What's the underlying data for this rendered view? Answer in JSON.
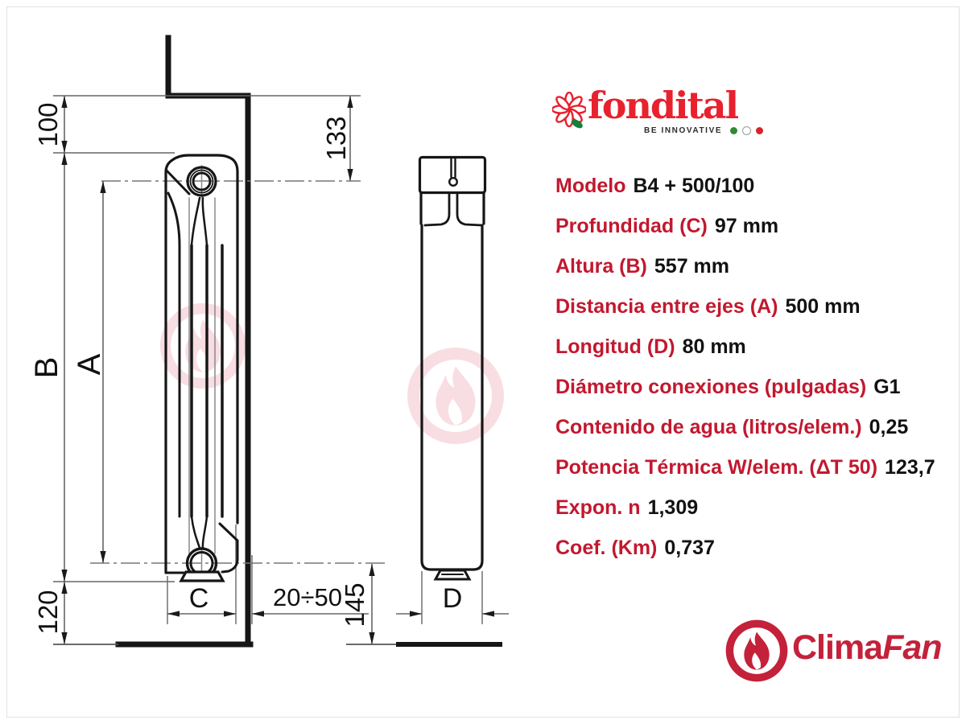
{
  "brand": {
    "name": "fondital",
    "tagline": "BE INNOVATIVE"
  },
  "specs": {
    "rows": [
      {
        "label": "Modelo",
        "value": "B4 + 500/100"
      },
      {
        "label": "Profundidad (C)",
        "value": "97 mm"
      },
      {
        "label": "Altura (B)",
        "value": "557 mm"
      },
      {
        "label": "Distancia entre ejes (A)",
        "value": "500 mm"
      },
      {
        "label": "Longitud (D)",
        "value": "80 mm"
      },
      {
        "label": "Diámetro conexiones (pulgadas)",
        "value": "G1"
      },
      {
        "label": "Contenido de agua (litros/elem.)",
        "value": "0,25"
      },
      {
        "label": "Potencia Térmica W/elem. (ΔT 50)",
        "value": "123,7"
      },
      {
        "label": "Expon. n",
        "value": "1,309"
      },
      {
        "label": "Coef. (Km)",
        "value": "0,737"
      }
    ]
  },
  "diagram": {
    "labels": {
      "wall_offset_top": "100",
      "top_axis": "133",
      "height": "B",
      "axis_distance": "A",
      "bottom_offset": "120",
      "depth": "C",
      "wall_gap": "20÷50",
      "axis_floor": "145",
      "width": "D"
    }
  },
  "footer": {
    "logo_bold": "Clima",
    "logo_italic": "Fan"
  },
  "colors": {
    "brand_red": "#e8212e",
    "spec_red": "#c2182f",
    "footer_red": "#c4213a",
    "watermark_pink": "#f8dde2",
    "leaf_green": "#12813c",
    "line_black": "#161616",
    "line_gray": "#666666"
  }
}
